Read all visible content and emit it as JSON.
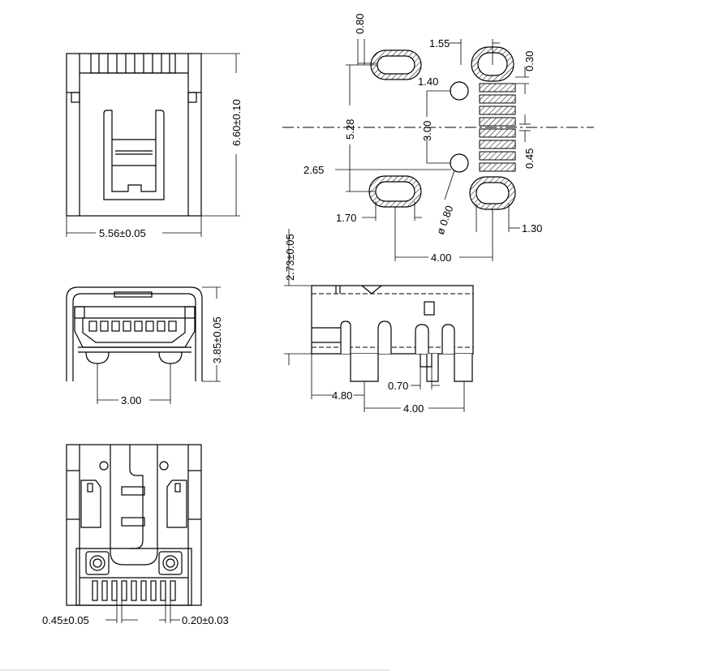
{
  "dims": {
    "top_width": "5.56±0.05",
    "top_height": "6.60±0.10",
    "front_height": "3.85±0.05",
    "front_peg_pitch": "3.00",
    "bottom_pin_width": "0.45±0.05",
    "bottom_pin_gap": "0.20±0.03",
    "side_height": "2.73±0.05",
    "side_4_80": "4.80",
    "side_0_70": "0.70",
    "side_4_00": "4.00",
    "fp_0_80": "0.80",
    "fp_1_55": "1.55",
    "fp_0_30": "0.30",
    "fp_1_40": "1.40",
    "fp_5_28": "5.28",
    "fp_3_00": "3.00",
    "fp_0_45": "0.45",
    "fp_2_65": "2.65",
    "fp_1_70": "1.70",
    "fp_dia": "ø 0.80",
    "fp_1_30": "1.30",
    "fp_4_00": "4.00"
  }
}
